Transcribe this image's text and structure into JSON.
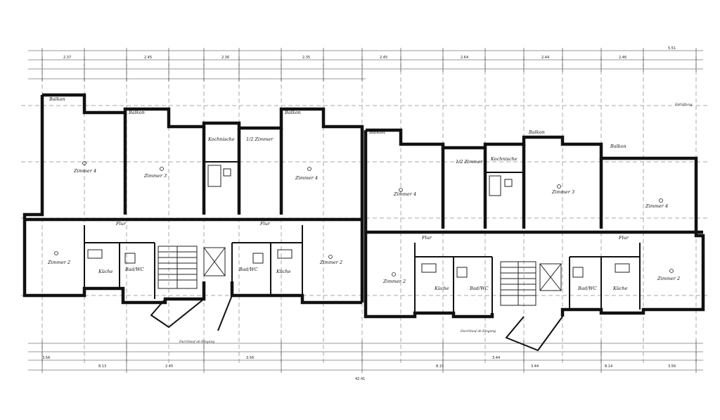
{
  "rooms": [
    {
      "id": "balkon-1",
      "label": "Balkon"
    },
    {
      "id": "zimmer-4-left",
      "label": "Zimmer 4"
    },
    {
      "id": "balkon-2",
      "label": "Balkon"
    },
    {
      "id": "zimmer-3-left",
      "label": "Zimmer 3"
    },
    {
      "id": "kochnische-left",
      "label": "Kochnische"
    },
    {
      "id": "1-2-zimmer-left",
      "label": "1/2 Zimmer"
    },
    {
      "id": "balkon-3",
      "label": "Balkon"
    },
    {
      "id": "zimmer-4-mid",
      "label": "Zimmer 4"
    },
    {
      "id": "zimmer-2-left",
      "label": "Zimmer 2"
    },
    {
      "id": "kueche-left-1",
      "label": "Küche"
    },
    {
      "id": "bad-wc-left-1",
      "label": "Bad/WC"
    },
    {
      "id": "flur-left-1",
      "label": "Flur"
    },
    {
      "id": "flur-left-2",
      "label": "Flur"
    },
    {
      "id": "bad-wc-left-2",
      "label": "Bad/WC"
    },
    {
      "id": "kueche-left-2",
      "label": "Küche"
    },
    {
      "id": "zimmer-2-mid",
      "label": "Zimmer 2"
    },
    {
      "id": "balkon-4",
      "label": "Balkon"
    },
    {
      "id": "zimmer-4-right",
      "label": "Zimmer 4"
    },
    {
      "id": "1-2-zimmer-right",
      "label": "1/2 Zimmer"
    },
    {
      "id": "kochnische-right",
      "label": "Kochnische"
    },
    {
      "id": "balkon-5",
      "label": "Balkon"
    },
    {
      "id": "zimmer-3-right",
      "label": "Zimmer 3"
    },
    {
      "id": "balkon-6",
      "label": "Balkon"
    },
    {
      "id": "zimmer-4-far",
      "label": "Zimmer 4"
    },
    {
      "id": "zimmer-2-right-1",
      "label": "Zimmer 2"
    },
    {
      "id": "kueche-right-1",
      "label": "Küche"
    },
    {
      "id": "bad-wc-right-1",
      "label": "Bad/WC"
    },
    {
      "id": "flur-right-1",
      "label": "Flur"
    },
    {
      "id": "flur-right-2",
      "label": "Flur"
    },
    {
      "id": "bad-wc-right-2",
      "label": "Bad/WC"
    },
    {
      "id": "kueche-right-2",
      "label": "Küche"
    },
    {
      "id": "zimmer-2-right-2",
      "label": "Zimmer 2"
    }
  ],
  "dimensions": {
    "top": [
      "2.37",
      "2.45",
      "2.36",
      "2.35",
      "2.45",
      "2.64",
      "2.44",
      "2.46",
      "5.51"
    ],
    "bottom_total": "42.41",
    "bottom": [
      "3.56",
      "8.13",
      "2.45",
      "3.56",
      "8.15",
      "3.44",
      "3.44",
      "8.14",
      "3.56"
    ]
  },
  "notes": {
    "entrance_left": "Durchlauf ab Eingang",
    "entrance_right": "Durchlauf ab Eingang",
    "ventilation": "Entlüftung"
  }
}
